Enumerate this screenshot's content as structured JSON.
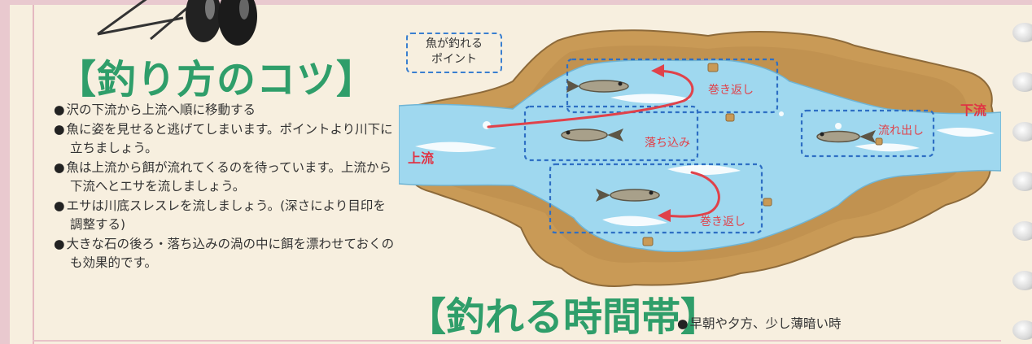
{
  "tips_section": {
    "title": "【釣り方のコツ】",
    "items": [
      "沢の下流から上流へ順に移動する",
      "魚に姿を見せると逃げてしまいます。ポイントより川下に立ちましょう。",
      "魚は上流から餌が流れてくるのを待っています。上流から下流へとエサを流しましょう。",
      "エサは川底スレスレを流しましょう。(深さにより目印を調整する)",
      "大きな石の後ろ・落ち込みの渦の中に餌を漂わせておくのも効果的です。"
    ]
  },
  "diagram": {
    "point_label_line1": "魚が釣れる",
    "point_label_line2": "ポイント",
    "upstream": "上流",
    "downstream": "下流",
    "zones": {
      "top": "巻き返し",
      "middle": "落ち込み",
      "right": "流れ出し",
      "bottom": "巻き返し"
    }
  },
  "time_section": {
    "title": "【釣れる時間帯】",
    "text": "早朝や夕方、少し薄暗い時"
  },
  "colors": {
    "title_green": "#2f9e6a",
    "label_red": "#e03344",
    "zone_blue": "#3a7fd0",
    "water": "#9fd8ef",
    "rock": "#c79a55"
  }
}
